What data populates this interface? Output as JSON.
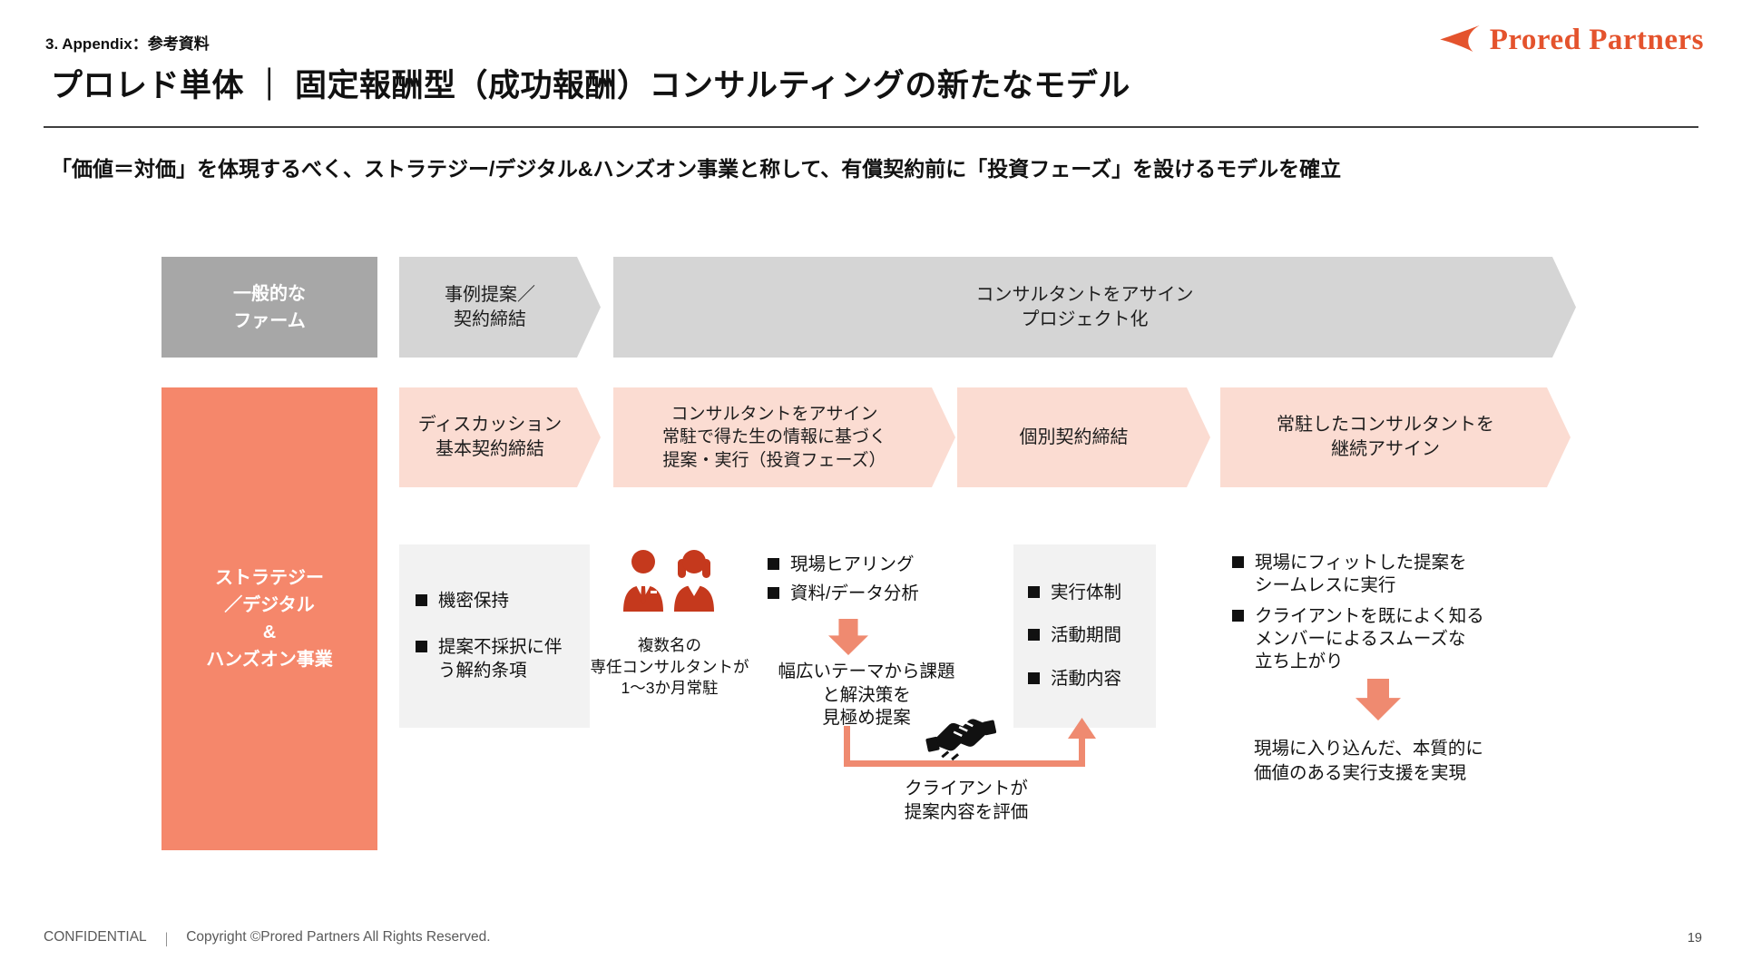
{
  "colors": {
    "accent_orange": "#e4532d",
    "salmon_fill": "#f5876b",
    "pink_chevron": "#fbdcd2",
    "gray_chevron": "#d5d5d5",
    "gray_label_box": "#a7a7a7",
    "detail_panel_gray": "#f2f2f2",
    "arrow_salmon": "#ef8a70",
    "person_icon_red": "#c5391d",
    "footer_gray": "#595959"
  },
  "header": {
    "eyebrow": "3. Appendix：参考資料",
    "title": "プロレド単体 ｜ 固定報酬型（成功報酬）コンサルティングの新たなモデル",
    "subtitle": "「価値＝対価」を体現するべく、ストラテジー/デジタル&ハンズオン事業と称して、有償契約前に「投資フェーズ」を設けるモデルを確立",
    "logo_text": "Prored Partners"
  },
  "flow": {
    "general_label": "一般的な\nファーム",
    "general_step1": "事例提案／\n契約締結",
    "general_step2": "コンサルタントをアサイン\nプロジェクト化",
    "prored_label": "ストラテジー\n／デジタル\n&\nハンズオン事業",
    "prored_step1": "ディスカッション\n基本契約締結",
    "prored_step2": "コンサルタントをアサイン\n常駐で得た生の情報に基づく\n提案・実行（投資フェーズ）",
    "prored_step3": "個別契約締結",
    "prored_step4": "常駐したコンサルタントを\n継続アサイン"
  },
  "details": {
    "contract_panel": {
      "bullet1": "機密保持",
      "bullet2": "提案不採択に伴\nう解約条項"
    },
    "residence_caption": "複数名の\n専任コンサルタントが\n1〜3か月常駐",
    "field_bullet1": "現場ヒアリング",
    "field_bullet2": "資料/データ分析",
    "field_outcome": "幅広いテーマから課題\nと解決策を\n見極め提案",
    "agreement_panel": {
      "bullet1": "実行体制",
      "bullet2": "活動期間",
      "bullet3": "活動内容"
    },
    "evaluation_note": "クライアントが\n提案内容を評価",
    "continuation_bullet1": "現場にフィットした提案を\nシームレスに実行",
    "continuation_bullet2": "クライアントを既によく知る\nメンバーによるスムーズな\n立ち上がり",
    "continuation_outcome": "現場に入り込んだ、本質的に\n価値のある実行支援を実現"
  },
  "footer": {
    "confidential": "CONFIDENTIAL",
    "separator": "｜",
    "copyright": "Copyright ©Prored Partners All Rights Reserved.",
    "page_number": "19"
  }
}
